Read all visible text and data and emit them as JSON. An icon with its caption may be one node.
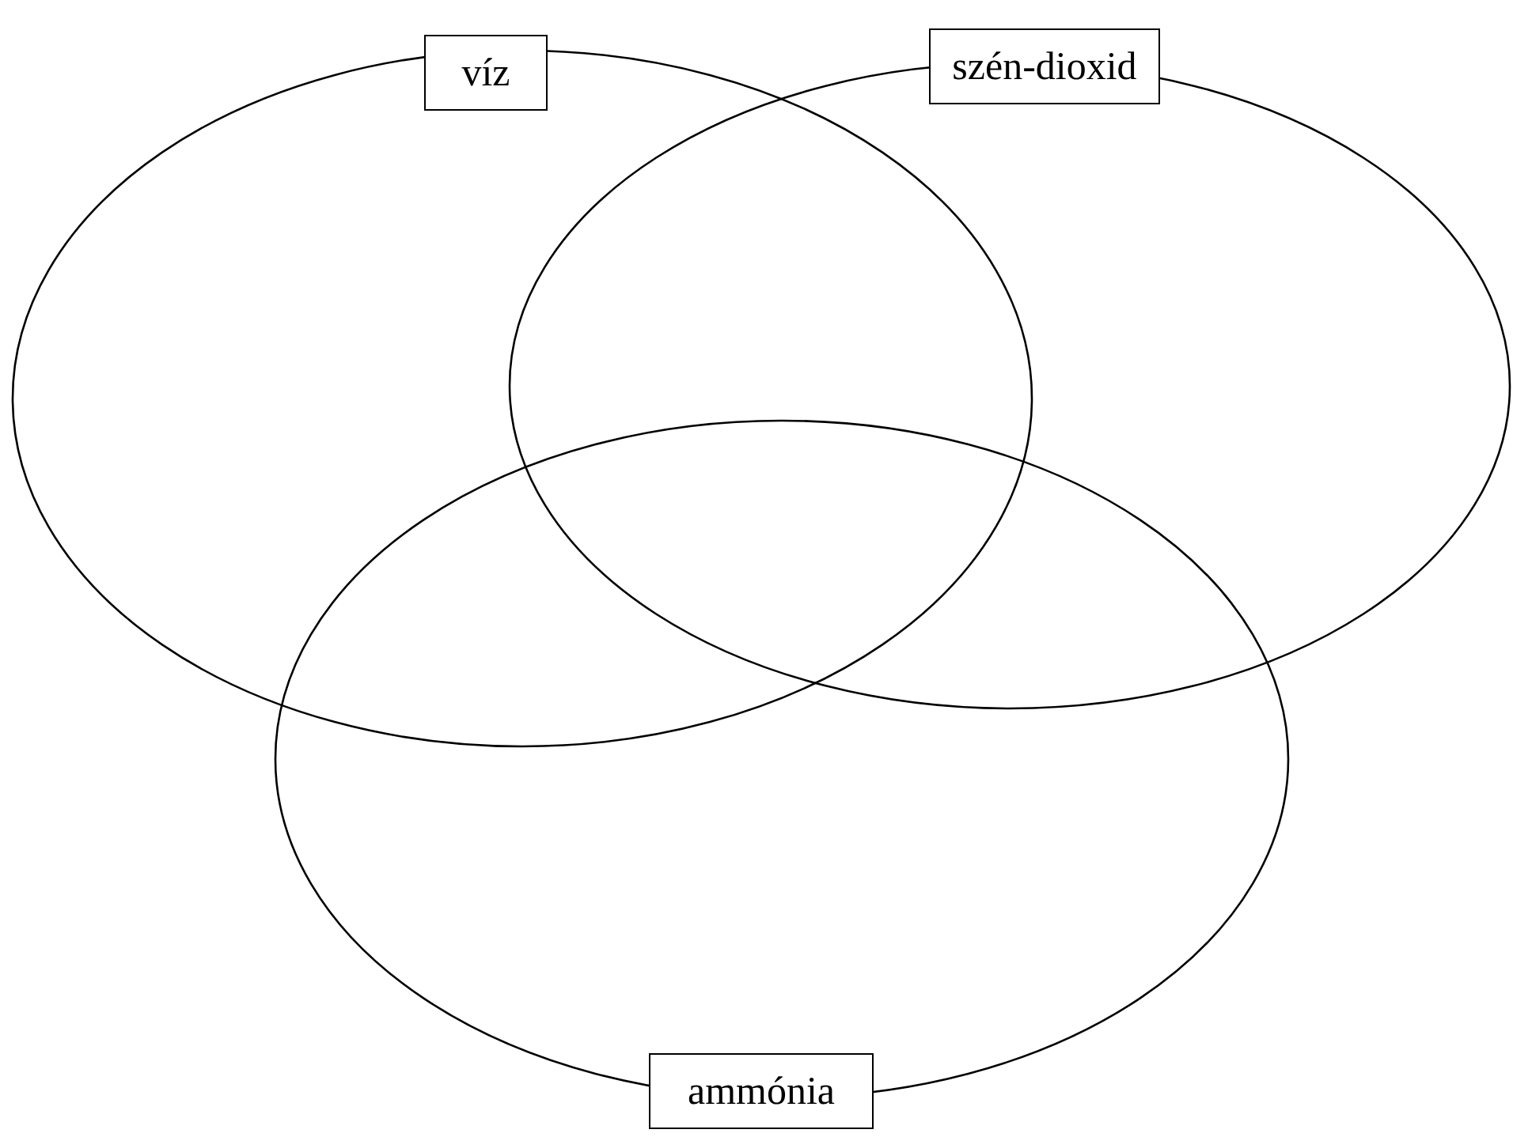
{
  "diagram": {
    "nodes": [
      {
        "text": [
          "víz"
        ]
      },
      {
        "text": [
          "szén-dioxid"
        ]
      },
      {
        "text": [
          "ammónia"
        ]
      }
    ]
  }
}
